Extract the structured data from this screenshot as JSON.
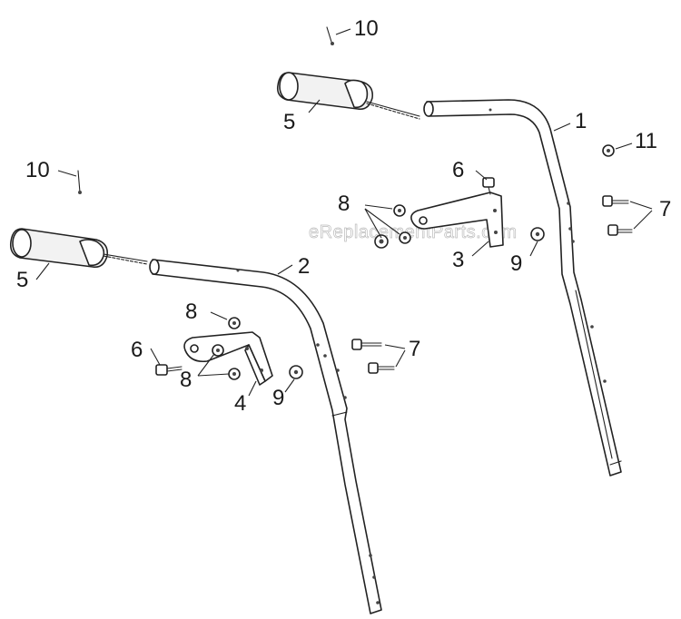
{
  "watermark": "eReplacementParts.com",
  "callouts": {
    "handle_upper": "1",
    "handle_lower": "2",
    "bracket_right": "3",
    "bracket_left": "4",
    "grip_upper": "5",
    "grip_lower": "5",
    "bolt_upper": "6",
    "bolt_lower": "6",
    "bolts_upper": "7",
    "bolts_lower": "7",
    "nuts_upper": "8",
    "nuts_lower_top": "8",
    "nuts_lower_bottom": "8",
    "washer_upper": "9",
    "washer_lower": "9",
    "pin_upper": "10",
    "pin_lower": "10",
    "nut_11": "11"
  }
}
